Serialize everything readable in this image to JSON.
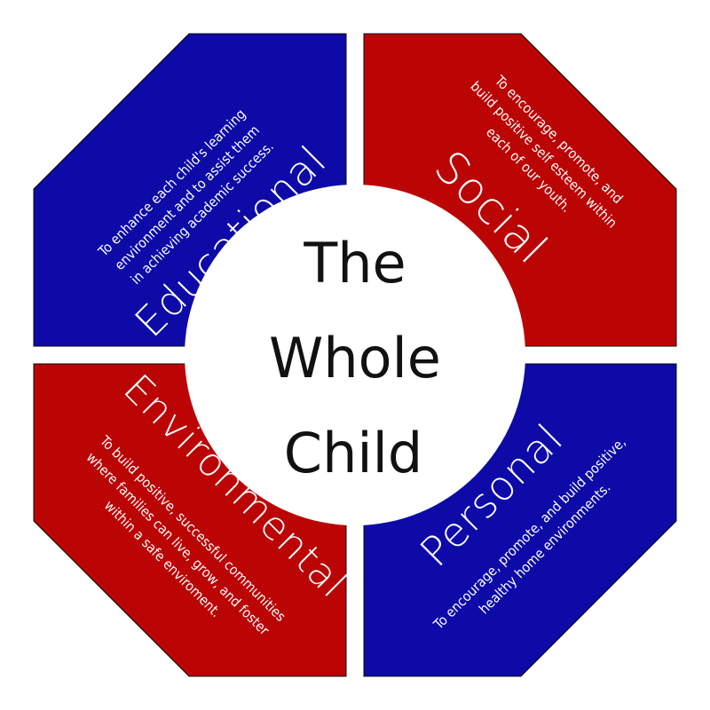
{
  "colors": {
    "blue": "#0d0aa8",
    "red": "#bb0404",
    "center": "#ffffff",
    "text_light": "#ffffff",
    "text_dark": "#111111"
  },
  "center": {
    "line1": "The",
    "line2": "Whole",
    "line3": "Child"
  },
  "quadrants": {
    "educational": {
      "title": "Educational",
      "desc_line1": "To enhance each child's learning",
      "desc_line2": "environment and to assist them",
      "desc_line3": "in achieving academic success."
    },
    "social": {
      "title": "Social",
      "desc_line1": "To encourage, promote, and",
      "desc_line2": "build positive self esteem within",
      "desc_line3": "each of our youth."
    },
    "environmental": {
      "title": "Environmental",
      "desc_line1": "To build positive, successful communities",
      "desc_line2": "where families can live, grow, and foster",
      "desc_line3": "within a safe enviroment."
    },
    "personal": {
      "title": "Personal",
      "desc_line1": "To encourage, promote, and build positive,",
      "desc_line2": "healthy home environments."
    }
  }
}
